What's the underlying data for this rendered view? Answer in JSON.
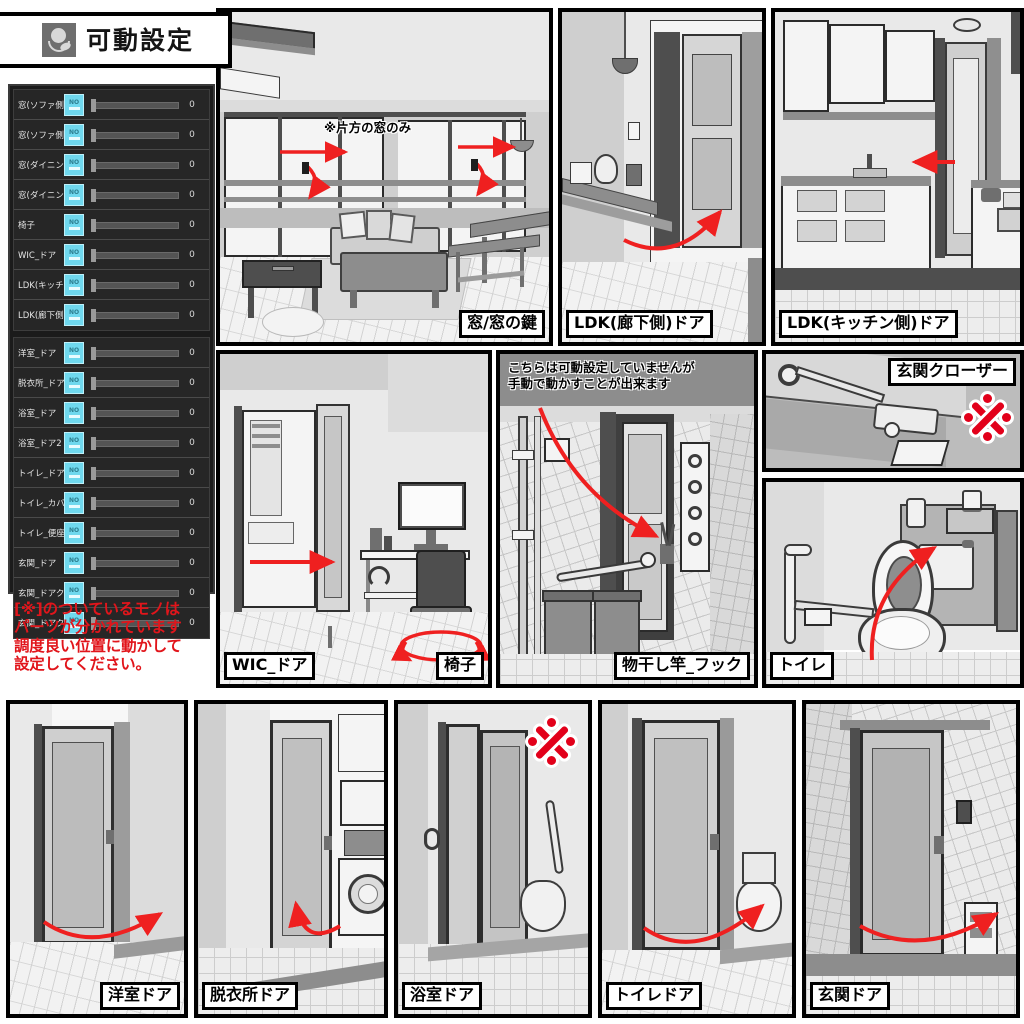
{
  "header": {
    "title": "可動設定",
    "icon": "movable-settings-icon"
  },
  "settings_panel": {
    "groups": [
      {
        "items": [
          {
            "label": "窓(ソファ側)",
            "toggle": "NO",
            "value": "0"
          },
          {
            "label": "窓(ソファ側)_鍵",
            "toggle": "NO",
            "value": "0"
          },
          {
            "label": "窓(ダイニング側)",
            "toggle": "NO",
            "value": "0"
          },
          {
            "label": "窓(ダイニング側)_鍵",
            "toggle": "NO",
            "value": "0"
          },
          {
            "label": "椅子",
            "toggle": "NO",
            "value": "0"
          },
          {
            "label": "WIC_ドア",
            "toggle": "NO",
            "value": "0"
          },
          {
            "label": "LDK(キッチン側)_ドア",
            "toggle": "NO",
            "value": "0"
          },
          {
            "label": "LDK(廊下側)_ドア",
            "toggle": "NO",
            "value": "0"
          }
        ]
      },
      {
        "items": [
          {
            "label": "洋室_ドア",
            "toggle": "NO",
            "value": "0"
          },
          {
            "label": "脱衣所_ドア",
            "toggle": "NO",
            "value": "0"
          },
          {
            "label": "浴室_ドア",
            "toggle": "NO",
            "value": "0"
          },
          {
            "label": "浴室_ドア2",
            "toggle": "NO",
            "value": "0"
          },
          {
            "label": "トイレ_ドア",
            "toggle": "NO",
            "value": "0"
          },
          {
            "label": "トイレ_カバー",
            "toggle": "NO",
            "value": "0"
          },
          {
            "label": "トイレ_便座",
            "toggle": "NO",
            "value": "0"
          },
          {
            "label": "玄関_ドア",
            "toggle": "NO",
            "value": "0"
          },
          {
            "label": "玄関_ドアクローザーA",
            "toggle": "NO",
            "value": "0"
          },
          {
            "label": "玄関_ドアクローザーB",
            "toggle": "NO",
            "value": "0"
          }
        ]
      }
    ]
  },
  "note": {
    "line1": "[※]のついているモノは",
    "line2": "パーツが分かれています",
    "line3": "調度良い位置に動かして",
    "line4": "設定してください。"
  },
  "panels": {
    "window": {
      "caption": "窓/窓の鍵",
      "annotation": "※片方の窓のみ"
    },
    "ldk_corridor": {
      "caption": "LDK(廊下側)ドア"
    },
    "ldk_kitchen": {
      "caption": "LDK(キッチン側)ドア"
    },
    "wic": {
      "caption": "WIC_ドア"
    },
    "chair": {
      "caption": "椅子"
    },
    "pole_hook": {
      "caption": "物干し竿_フック",
      "annotation_line1": "こちらは可動設定していませんが",
      "annotation_line2": "手動で動かすことが出来ます"
    },
    "entrance_closer": {
      "caption": "玄関クローザー",
      "mark": "※"
    },
    "toilet": {
      "caption": "トイレ"
    },
    "washitsu_door": {
      "caption": "洋室ドア"
    },
    "datsuijo_door": {
      "caption": "脱衣所ドア"
    },
    "bath_door": {
      "caption": "浴室ドア",
      "mark": "※"
    },
    "toilet_door": {
      "caption": "トイレドア"
    },
    "entrance_door": {
      "caption": "玄関ドア"
    }
  },
  "colors": {
    "accent_red": "#e2001a",
    "toggle_cyan": "#6fd8ee",
    "panel_bg": "#1b1b1b"
  }
}
